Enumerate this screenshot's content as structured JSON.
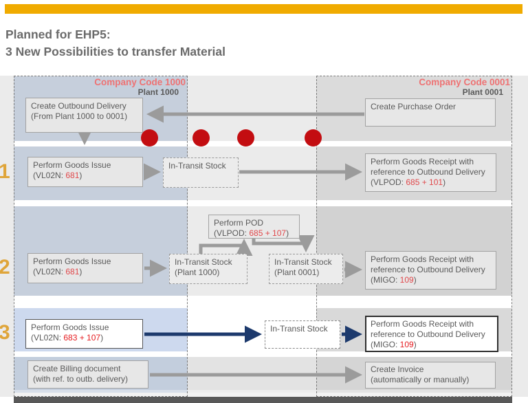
{
  "header": {
    "title_line1": "Planned for EHP5:",
    "title_line2": "3 New Possibilities to transfer Material"
  },
  "regions": {
    "left": {
      "company_code": "Company Code 1000",
      "plant": "Plant 1000"
    },
    "right": {
      "company_code": "Company Code 0001",
      "plant": "Plant 0001"
    }
  },
  "steps": {
    "s1": "1",
    "s2": "2",
    "s3": "3"
  },
  "boxes": {
    "create_outbound_delivery": {
      "line1": "Create Outbound Delivery",
      "line2": "(From Plant 1000 to 0001)"
    },
    "create_purchase_order": {
      "line1": "Create Purchase Order"
    },
    "goods_issue_1": {
      "line1": "Perform Goods Issue",
      "code_pre": "(VL02N: ",
      "code_value": "681",
      "code_post": ")"
    },
    "in_transit_1": {
      "line1": "In-Transit Stock"
    },
    "goods_receipt_1": {
      "line1": "Perform Goods Receipt with",
      "line2": "reference to Outbound Delivery",
      "code_pre": "(VLPOD: ",
      "code_value": "685 + 101",
      "code_post": ")"
    },
    "perform_pod": {
      "line1": "Perform POD",
      "code_pre": "(VLPOD: ",
      "code_value": "685 + 107",
      "code_post": ")"
    },
    "goods_issue_2": {
      "line1": "Perform Goods Issue",
      "code_pre": "(VL02N: ",
      "code_value": "681",
      "code_post": ")"
    },
    "in_transit_plant_1000": {
      "line1": "In-Transit Stock",
      "line2": "(Plant 1000)"
    },
    "in_transit_plant_0001": {
      "line1": "In-Transit Stock",
      "line2": "(Plant 0001)"
    },
    "goods_receipt_2": {
      "line1": "Perform Goods Receipt with",
      "line2": "reference to Outbound Delivery",
      "code_pre": "(MIGO: ",
      "code_value": "109",
      "code_post": ")"
    },
    "goods_issue_3": {
      "line1": "Perform Goods Issue",
      "code_pre": "(VL02N: ",
      "code_value": "683 + 107",
      "code_post": ")"
    },
    "in_transit_3": {
      "line1": "In-Transit Stock"
    },
    "goods_receipt_3": {
      "line1": "Perform Goods Receipt with",
      "line2": "reference to Outbound Delivery",
      "code_pre": "(MIGO: ",
      "code_value": "109",
      "code_post": ")"
    },
    "create_billing": {
      "line1": "Create Billing document",
      "line2": "(with ref. to outb. delivery)"
    },
    "create_invoice": {
      "line1": "Create Invoice",
      "line2": "(automatically or manually)"
    }
  },
  "colors": {
    "accent_gold": "#F0AB00",
    "company_code_red": "#ee7273",
    "transaction_red": "#e0484b",
    "highlight_red": "#e51a1e",
    "navy_arrow": "#1d3a6d",
    "gray_arrow": "#9b9b9b",
    "red_dot": "#c30d11",
    "step_gold": "#dfa53a",
    "left_band_blue": "#c6cfdc",
    "right_band_gray": "#d5d5d5"
  }
}
